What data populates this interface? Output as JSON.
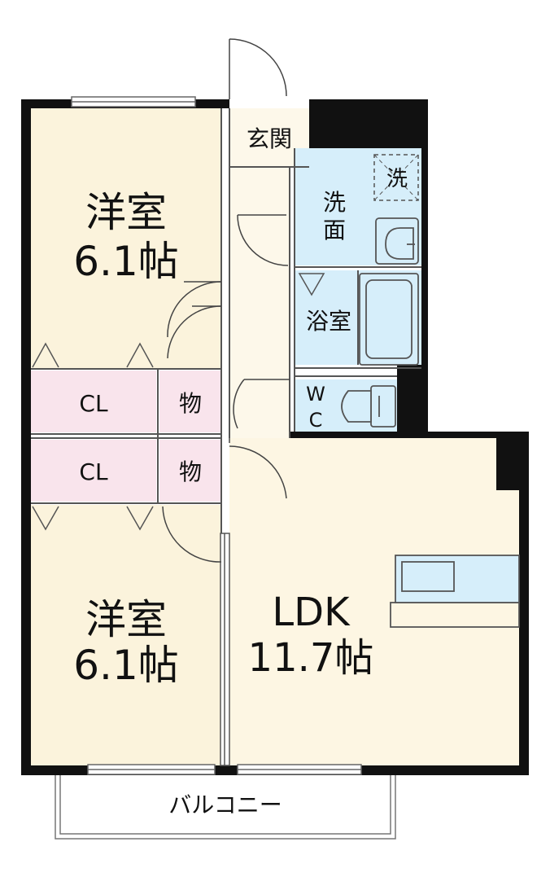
{
  "rooms": {
    "western_upper": {
      "name": "洋室",
      "size": "6.1帖"
    },
    "western_lower": {
      "name": "洋室",
      "size": "6.1帖"
    },
    "ldk": {
      "name": "LDK",
      "size": "11.7帖"
    },
    "entrance": "玄関",
    "washroom": {
      "line1": "洗",
      "line2": "面"
    },
    "washer_mark": "洗",
    "bathroom": "浴室",
    "wc": {
      "line1": "W",
      "line2": "C"
    },
    "closet_upper": "CL",
    "closet_lower": "CL",
    "storage_upper": "物",
    "storage_lower": "物",
    "balcony": "バルコニー"
  },
  "colors": {
    "wall": "#111111",
    "western": "#fbf3dc",
    "ldk": "#fdf6e3",
    "closet": "#f9e4ec",
    "wet_area": "#d6eefa",
    "hall": "#fdf8ea",
    "line": "#555555"
  }
}
